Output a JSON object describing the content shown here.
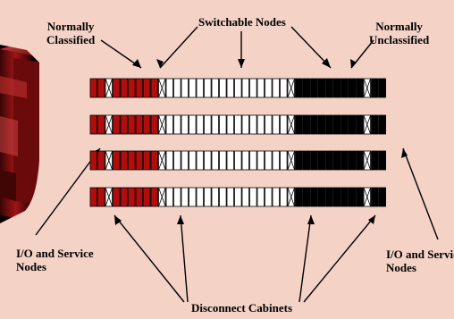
{
  "labels": {
    "normally_classified_1": "Normally",
    "normally_classified_2": "Classified",
    "switchable_nodes": "Switchable Nodes",
    "normally_unclassified_1": "Normally",
    "normally_unclassified_2": "Unclassified",
    "io_service_left_1": "I/O and Service",
    "io_service_left_2": "Nodes",
    "io_service_right_1": "I/O and Service",
    "io_service_right_2": "Nodes",
    "disconnect_cabinets": "Disconnect Cabinets"
  },
  "colors": {
    "panel_bg": "#f4d2c6",
    "red_node": "#b10d0d",
    "black_node": "#000000",
    "white_node": "#ffffff",
    "outline": "#000000",
    "frame_dark": "#0a0000",
    "cabinet_red": "#8b1010"
  },
  "rows": [
    "RRXRRRRRRXWWWWWWWWWWWWWWWWXBBBBBBBBBXBB",
    "RRXRRRRRRXWWWWWWWWWWWWWWWWXBBBBBBBBBXBB",
    "RRXRRRRRRXWWWWWWWWWWWWWWWWXBBBBBBBBBXBB",
    "RRXRRRRRRXWWWWWWWWWWWWWWWWXBBBBBBBBBXBB"
  ]
}
